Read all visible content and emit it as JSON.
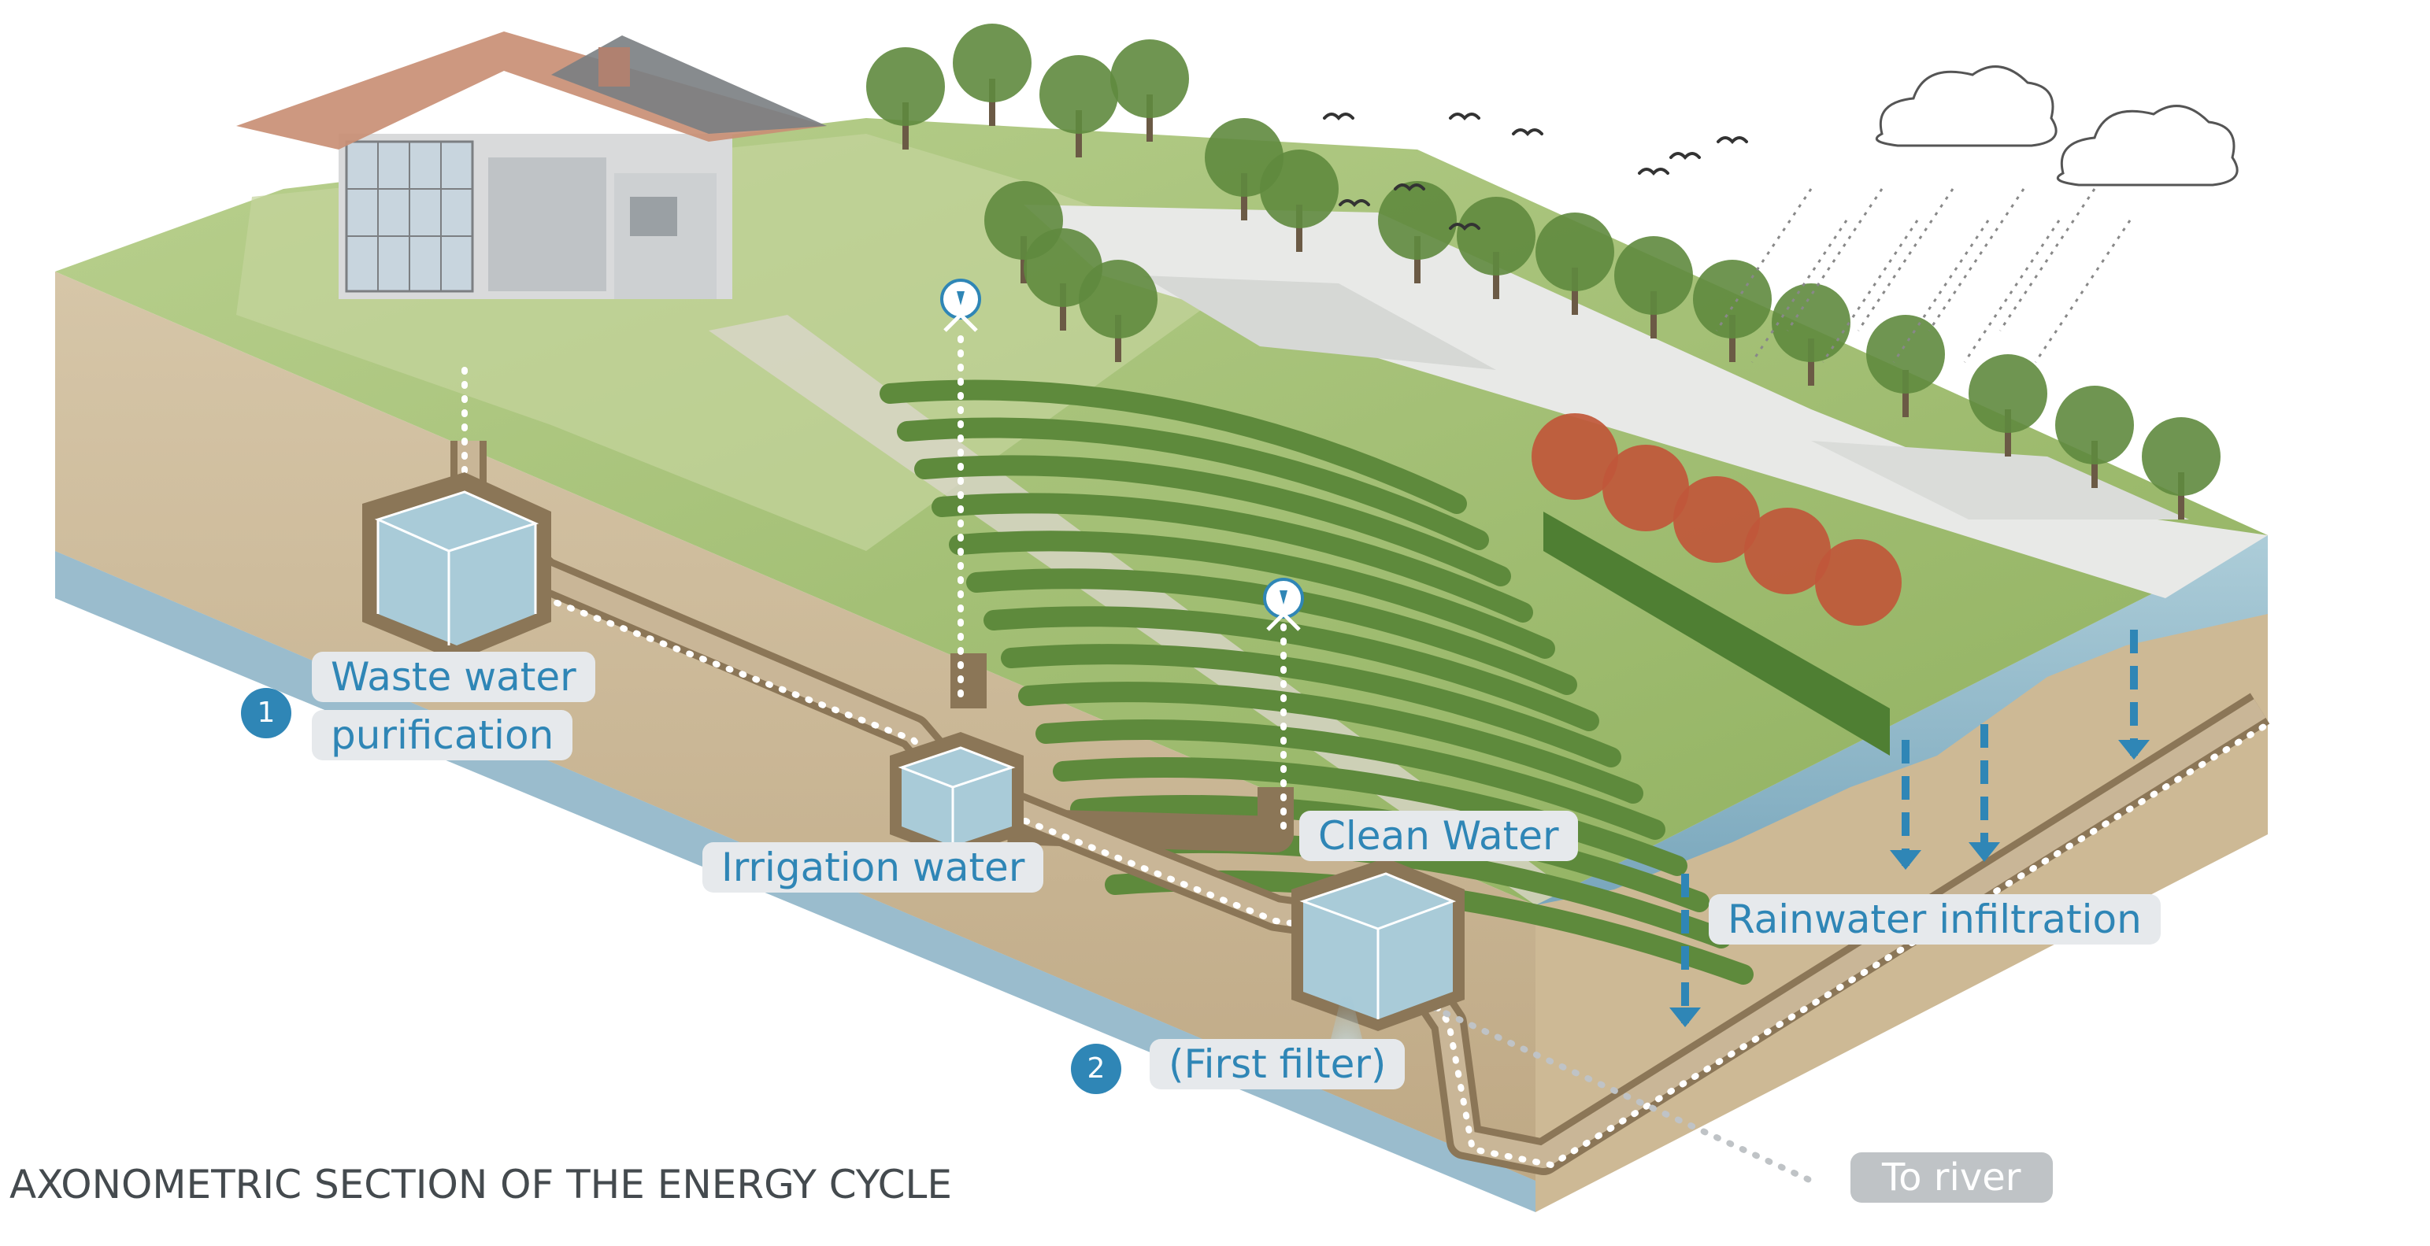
{
  "caption": "AXONOMETRIC SECTION OF THE ENERGY CYCLE",
  "labels": {
    "waste_line1": "Waste water",
    "waste_line2": "purification",
    "irrigation": "Irrigation water",
    "clean_water": "Clean Water",
    "first_filter": "(First filter)",
    "rainwater": "Rainwater infiltration",
    "to_river": "To river"
  },
  "badges": {
    "one": "1",
    "two": "2"
  },
  "colors": {
    "accent_blue": "#2f86b6",
    "label_bg": "#e6e9ec",
    "soil": "#c9b79a",
    "soil_dark": "#8c7658",
    "water": "#9fc4d6",
    "grass": "#a7c27a",
    "tree": "#5f8a3e",
    "autumn_tree": "#c0573a",
    "roof": "#c98f75"
  }
}
